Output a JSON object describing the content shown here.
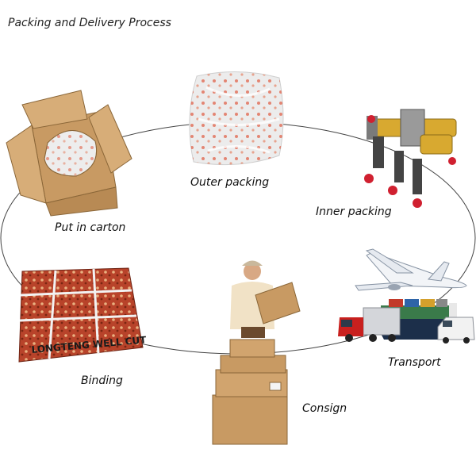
{
  "title": "Packing and Delivery Process",
  "steps": [
    {
      "id": "outer",
      "label": "Outer packing"
    },
    {
      "id": "inner",
      "label": "Inner packing"
    },
    {
      "id": "transport",
      "label": "Transport"
    },
    {
      "id": "consign",
      "label": "Consign"
    },
    {
      "id": "binding",
      "label": "Binding"
    },
    {
      "id": "carton",
      "label": "Put in carton"
    }
  ],
  "package_stamp": "LONGTENG WELL CUT",
  "icons": [
    "bubble-wrap-icon",
    "drill-chuck-icon",
    "airplane-icon",
    "truck-icon",
    "cargo-ship-icon",
    "van-icon",
    "delivery-man-icon",
    "stacked-boxes-icon",
    "bound-package-icon",
    "open-carton-icon"
  ],
  "colors": {
    "cycle_line": "#444444",
    "cardboard": "#c89a63",
    "bubble_dots": "#e0634a",
    "truck_red": "#c8201e",
    "ship_hull": "#1c2f4a"
  }
}
